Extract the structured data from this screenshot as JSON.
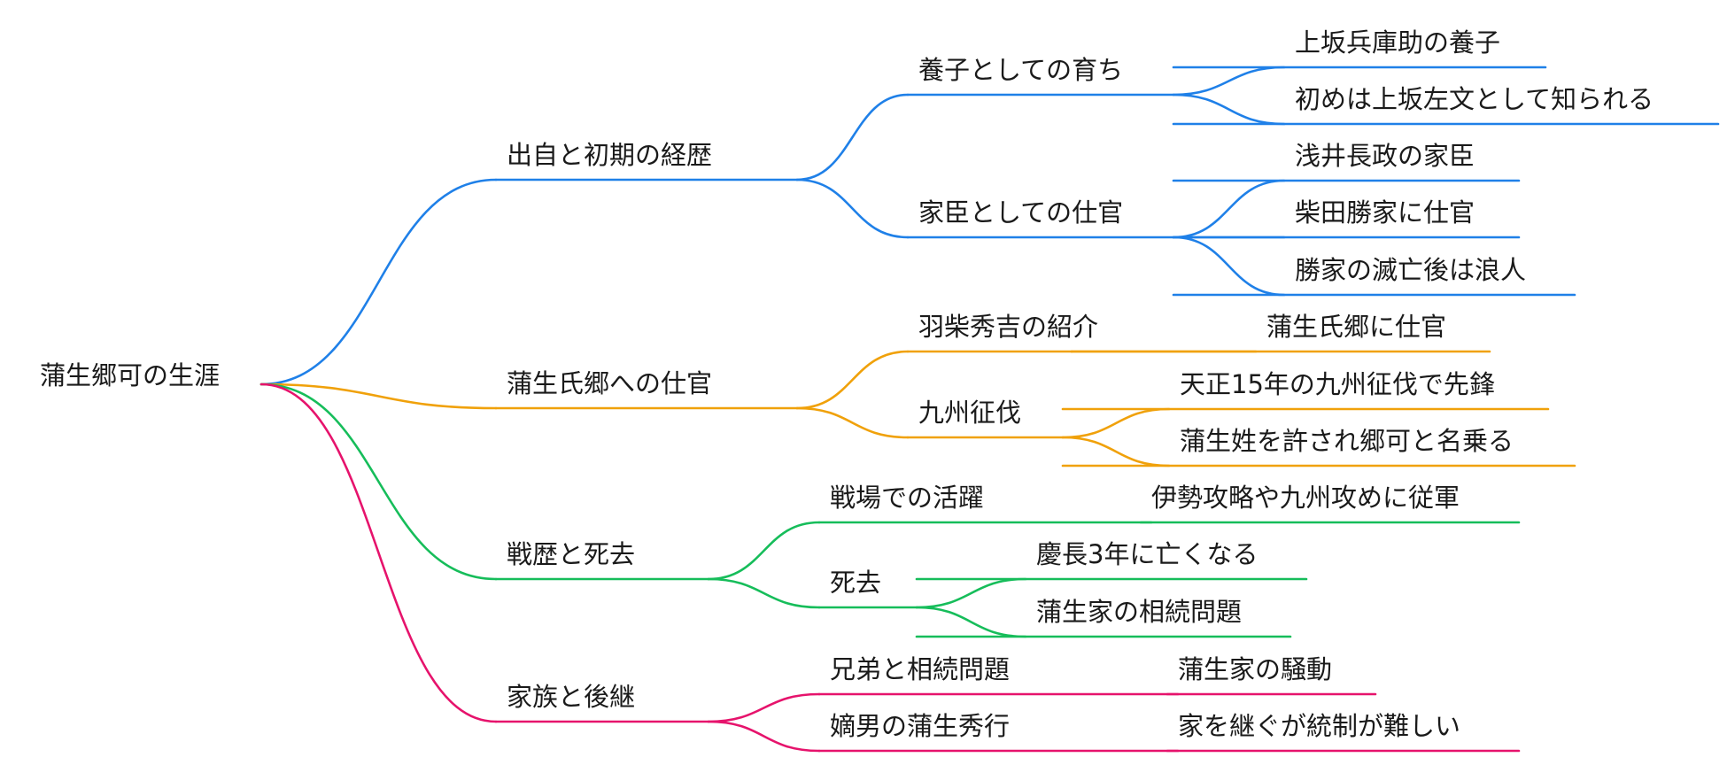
{
  "mindmap": {
    "root": "蒲生郷可の生涯",
    "colors": {
      "blue": "#1f80e8",
      "orange": "#f0a10a",
      "green": "#16bd5a",
      "pink": "#e6136c"
    },
    "branches": [
      {
        "label": "出自と初期の経歴",
        "color": "blue",
        "children": [
          {
            "label": "養子としての育ち",
            "children": [
              "上坂兵庫助の養子",
              "初めは上坂左文として知られる"
            ]
          },
          {
            "label": "家臣としての仕官",
            "children": [
              "浅井長政の家臣",
              "柴田勝家に仕官",
              "勝家の滅亡後は浪人"
            ]
          }
        ]
      },
      {
        "label": "蒲生氏郷への仕官",
        "color": "orange",
        "children": [
          {
            "label": "羽柴秀吉の紹介",
            "children": [
              "蒲生氏郷に仕官"
            ]
          },
          {
            "label": "九州征伐",
            "children": [
              "天正15年の九州征伐で先鋒",
              "蒲生姓を許され郷可と名乗る"
            ]
          }
        ]
      },
      {
        "label": "戦歴と死去",
        "color": "green",
        "children": [
          {
            "label": "戦場での活躍",
            "children": [
              "伊勢攻略や九州攻めに従軍"
            ]
          },
          {
            "label": "死去",
            "children": [
              "慶長3年に亡くなる",
              "蒲生家の相続問題"
            ]
          }
        ]
      },
      {
        "label": "家族と後継",
        "color": "pink",
        "children": [
          {
            "label": "兄弟と相続問題",
            "children": [
              "蒲生家の騒動"
            ]
          },
          {
            "label": "嫡男の蒲生秀行",
            "children": [
              "家を継ぐが統制が難しい"
            ]
          }
        ]
      }
    ]
  }
}
